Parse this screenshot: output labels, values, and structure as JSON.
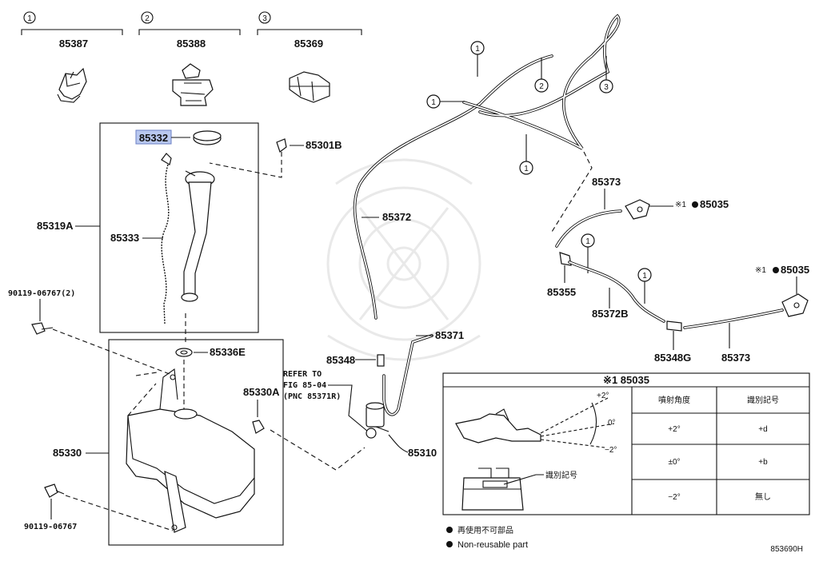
{
  "groups": [
    {
      "index": "1",
      "part": "85387"
    },
    {
      "index": "2",
      "part": "85388"
    },
    {
      "index": "3",
      "part": "85369"
    }
  ],
  "parts": {
    "p85332": "85332",
    "p85301B": "85301B",
    "p85319A": "85319A",
    "p85333": "85333",
    "p90119_2": "90119-06767(2)",
    "p85336E": "85336E",
    "p85330A": "85330A",
    "p85330": "85330",
    "p90119": "90119-06767",
    "p85372": "85372",
    "p85348": "85348",
    "p85371": "85371",
    "p85310": "85310",
    "p85373a": "85373",
    "p85035a": "85035",
    "p85355": "85355",
    "p85372B": "85372B",
    "p85035b": "85035",
    "p85348G": "85348G",
    "p85373b": "85373"
  },
  "callout_circles": [
    "1",
    "2",
    "3",
    "1",
    "1",
    "1",
    "1",
    "1"
  ],
  "refer": {
    "line1": "REFER TO",
    "line2": "FIG 85-04",
    "line3": "(PNC 85371R)"
  },
  "note_marker": "※1",
  "table": {
    "title": "※1 85035",
    "angles": [
      "+2°",
      "0°",
      "−2°"
    ],
    "diagram_label": "識別記号",
    "headers": [
      "噴射角度",
      "識別記号"
    ],
    "rows": [
      [
        "+2°",
        "+d"
      ],
      [
        "±0°",
        "+b"
      ],
      [
        "−2°",
        "無し"
      ]
    ]
  },
  "legend": {
    "jp": "再使用不可部品",
    "en": "Non-reusable part"
  },
  "figure_id": "853690H",
  "highlight_color": "#b9c8ef"
}
